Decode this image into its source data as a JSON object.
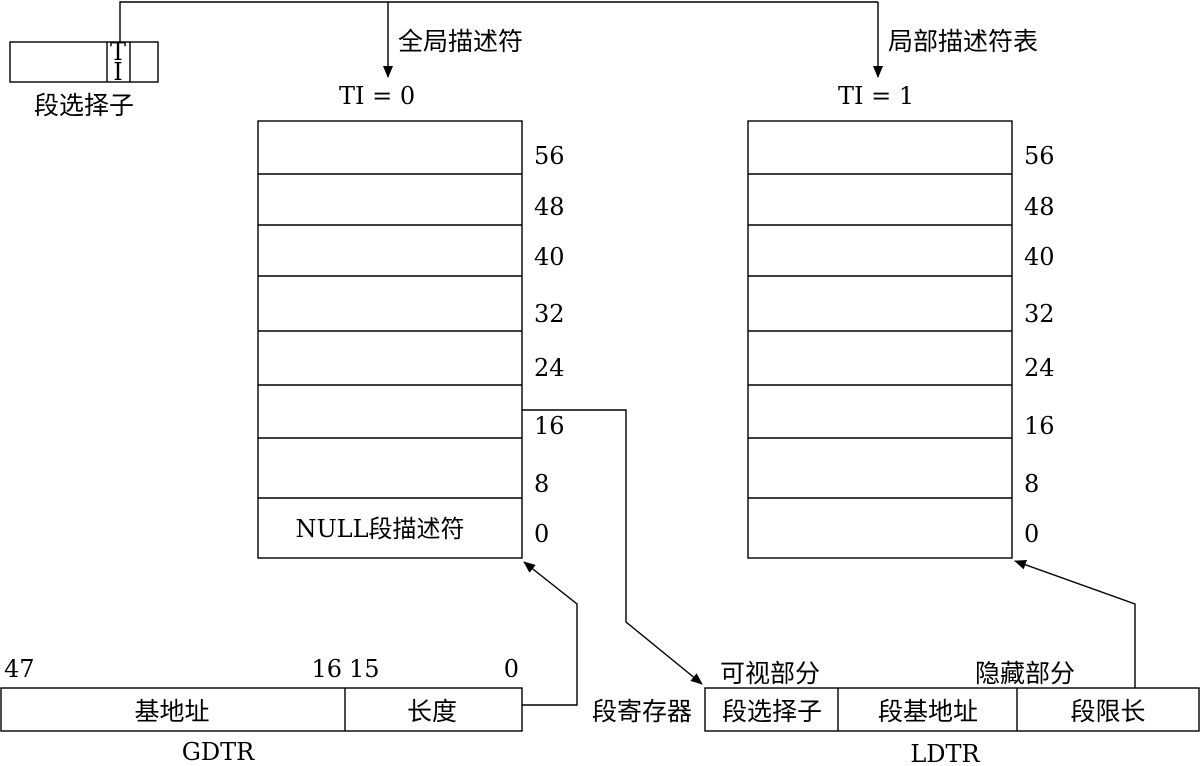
{
  "selector": {
    "ti_top": "T",
    "ti_bottom": "I",
    "label": "段选择子"
  },
  "gdt": {
    "title": "全局描述符",
    "ti_label": "TI =  0",
    "offsets": [
      "56",
      "48",
      "40",
      "32",
      "24",
      "16",
      "8",
      "0"
    ],
    "null_label": "NULL段描述符"
  },
  "ldt": {
    "title": "局部描述符表",
    "ti_label": "TI =  1",
    "offsets": [
      "56",
      "48",
      "40",
      "32",
      "24",
      "16",
      "8",
      "0"
    ]
  },
  "gdtr": {
    "bit_47": "47",
    "bit_16": "16",
    "bit_15": "15",
    "bit_0": "0",
    "base_label": "基地址",
    "length_label": "长度",
    "name": "GDTR"
  },
  "ldtr": {
    "register_label": "段寄存器",
    "visible_label": "可视部分",
    "hidden_label": "隐藏部分",
    "selector_field": "段选择子",
    "base_field": "段基地址",
    "limit_field": "段限长",
    "name": "LDTR"
  }
}
